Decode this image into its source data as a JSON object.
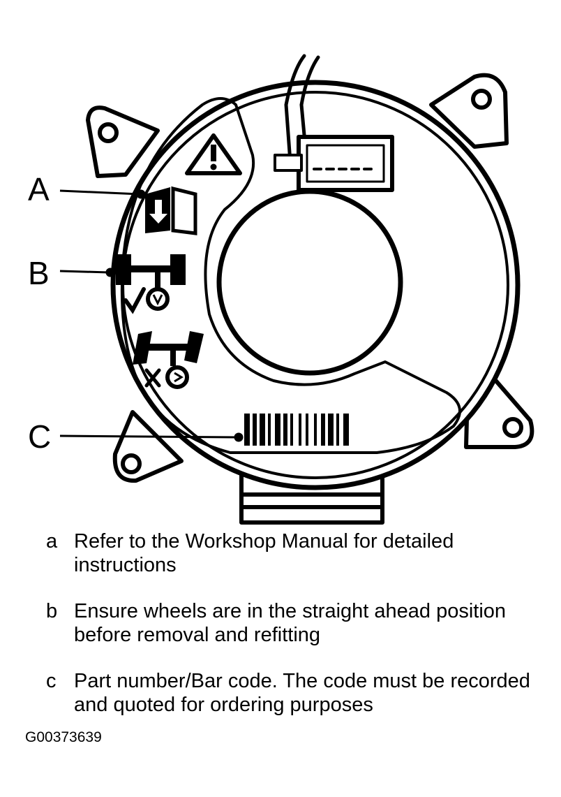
{
  "callouts": {
    "a": "A",
    "b": "B",
    "c": "C"
  },
  "legend": [
    {
      "key": "a",
      "text": "Refer to the Workshop Manual for detailed instructions"
    },
    {
      "key": "b",
      "text": "Ensure wheels are in the straight ahead position before removal and refitting"
    },
    {
      "key": "c",
      "text": "Part number/Bar code. The code must be recorded and quoted for ordering purposes"
    }
  ],
  "figure_id": "G00373639",
  "icons": [
    "warning-triangle-icon",
    "manual-book-icon",
    "steering-straight-check-icon",
    "steering-turned-cross-icon",
    "barcode-icon"
  ]
}
